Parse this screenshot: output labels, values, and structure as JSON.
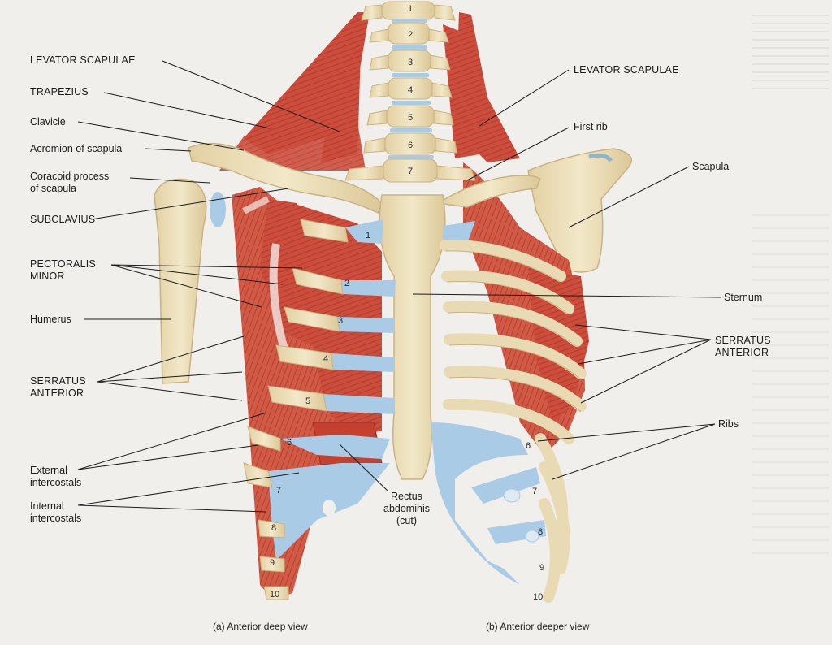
{
  "labels_left": {
    "levator_scapulae": "LEVATOR SCAPULAE",
    "trapezius": "TRAPEZIUS",
    "clavicle": "Clavicle",
    "acromion": "Acromion of scapula",
    "coracoid_line1": "Coracoid process",
    "coracoid_line2": "of scapula",
    "subclavius": "SUBCLAVIUS",
    "pectoralis_line1": "PECTORALIS",
    "pectoralis_line2": "MINOR",
    "humerus": "Humerus",
    "serratus_line1": "SERRATUS",
    "serratus_line2": "ANTERIOR",
    "ext_line1": "External",
    "ext_line2": "intercostals",
    "int_line1": "Internal",
    "int_line2": "intercostals"
  },
  "labels_center": {
    "rectus_line1": "Rectus",
    "rectus_line2": "abdominis",
    "rectus_line3": "(cut)"
  },
  "labels_right": {
    "levator_scapulae": "LEVATOR SCAPULAE",
    "first_rib": "First rib",
    "scapula": "Scapula",
    "sternum": "Sternum",
    "serratus_line1": "SERRATUS",
    "serratus_line2": "ANTERIOR",
    "ribs": "Ribs"
  },
  "captions": {
    "a": "(a) Anterior deep view",
    "b": "(b) Anterior deeper view"
  },
  "vertebra_numbers": [
    "1",
    "2",
    "3",
    "4",
    "5",
    "6",
    "7"
  ],
  "rib_numbers_left": [
    "1",
    "2",
    "3",
    "4",
    "5",
    "6",
    "7",
    "8",
    "9",
    "10"
  ],
  "rib_numbers_right": [
    "6",
    "7",
    "8",
    "9",
    "10"
  ],
  "colors": {
    "background": "#f1efec",
    "bone": "#e9dcb6",
    "muscle": "#c94a3a",
    "cartilage": "#a9cbe6",
    "leader_line": "#1b1b1b"
  }
}
